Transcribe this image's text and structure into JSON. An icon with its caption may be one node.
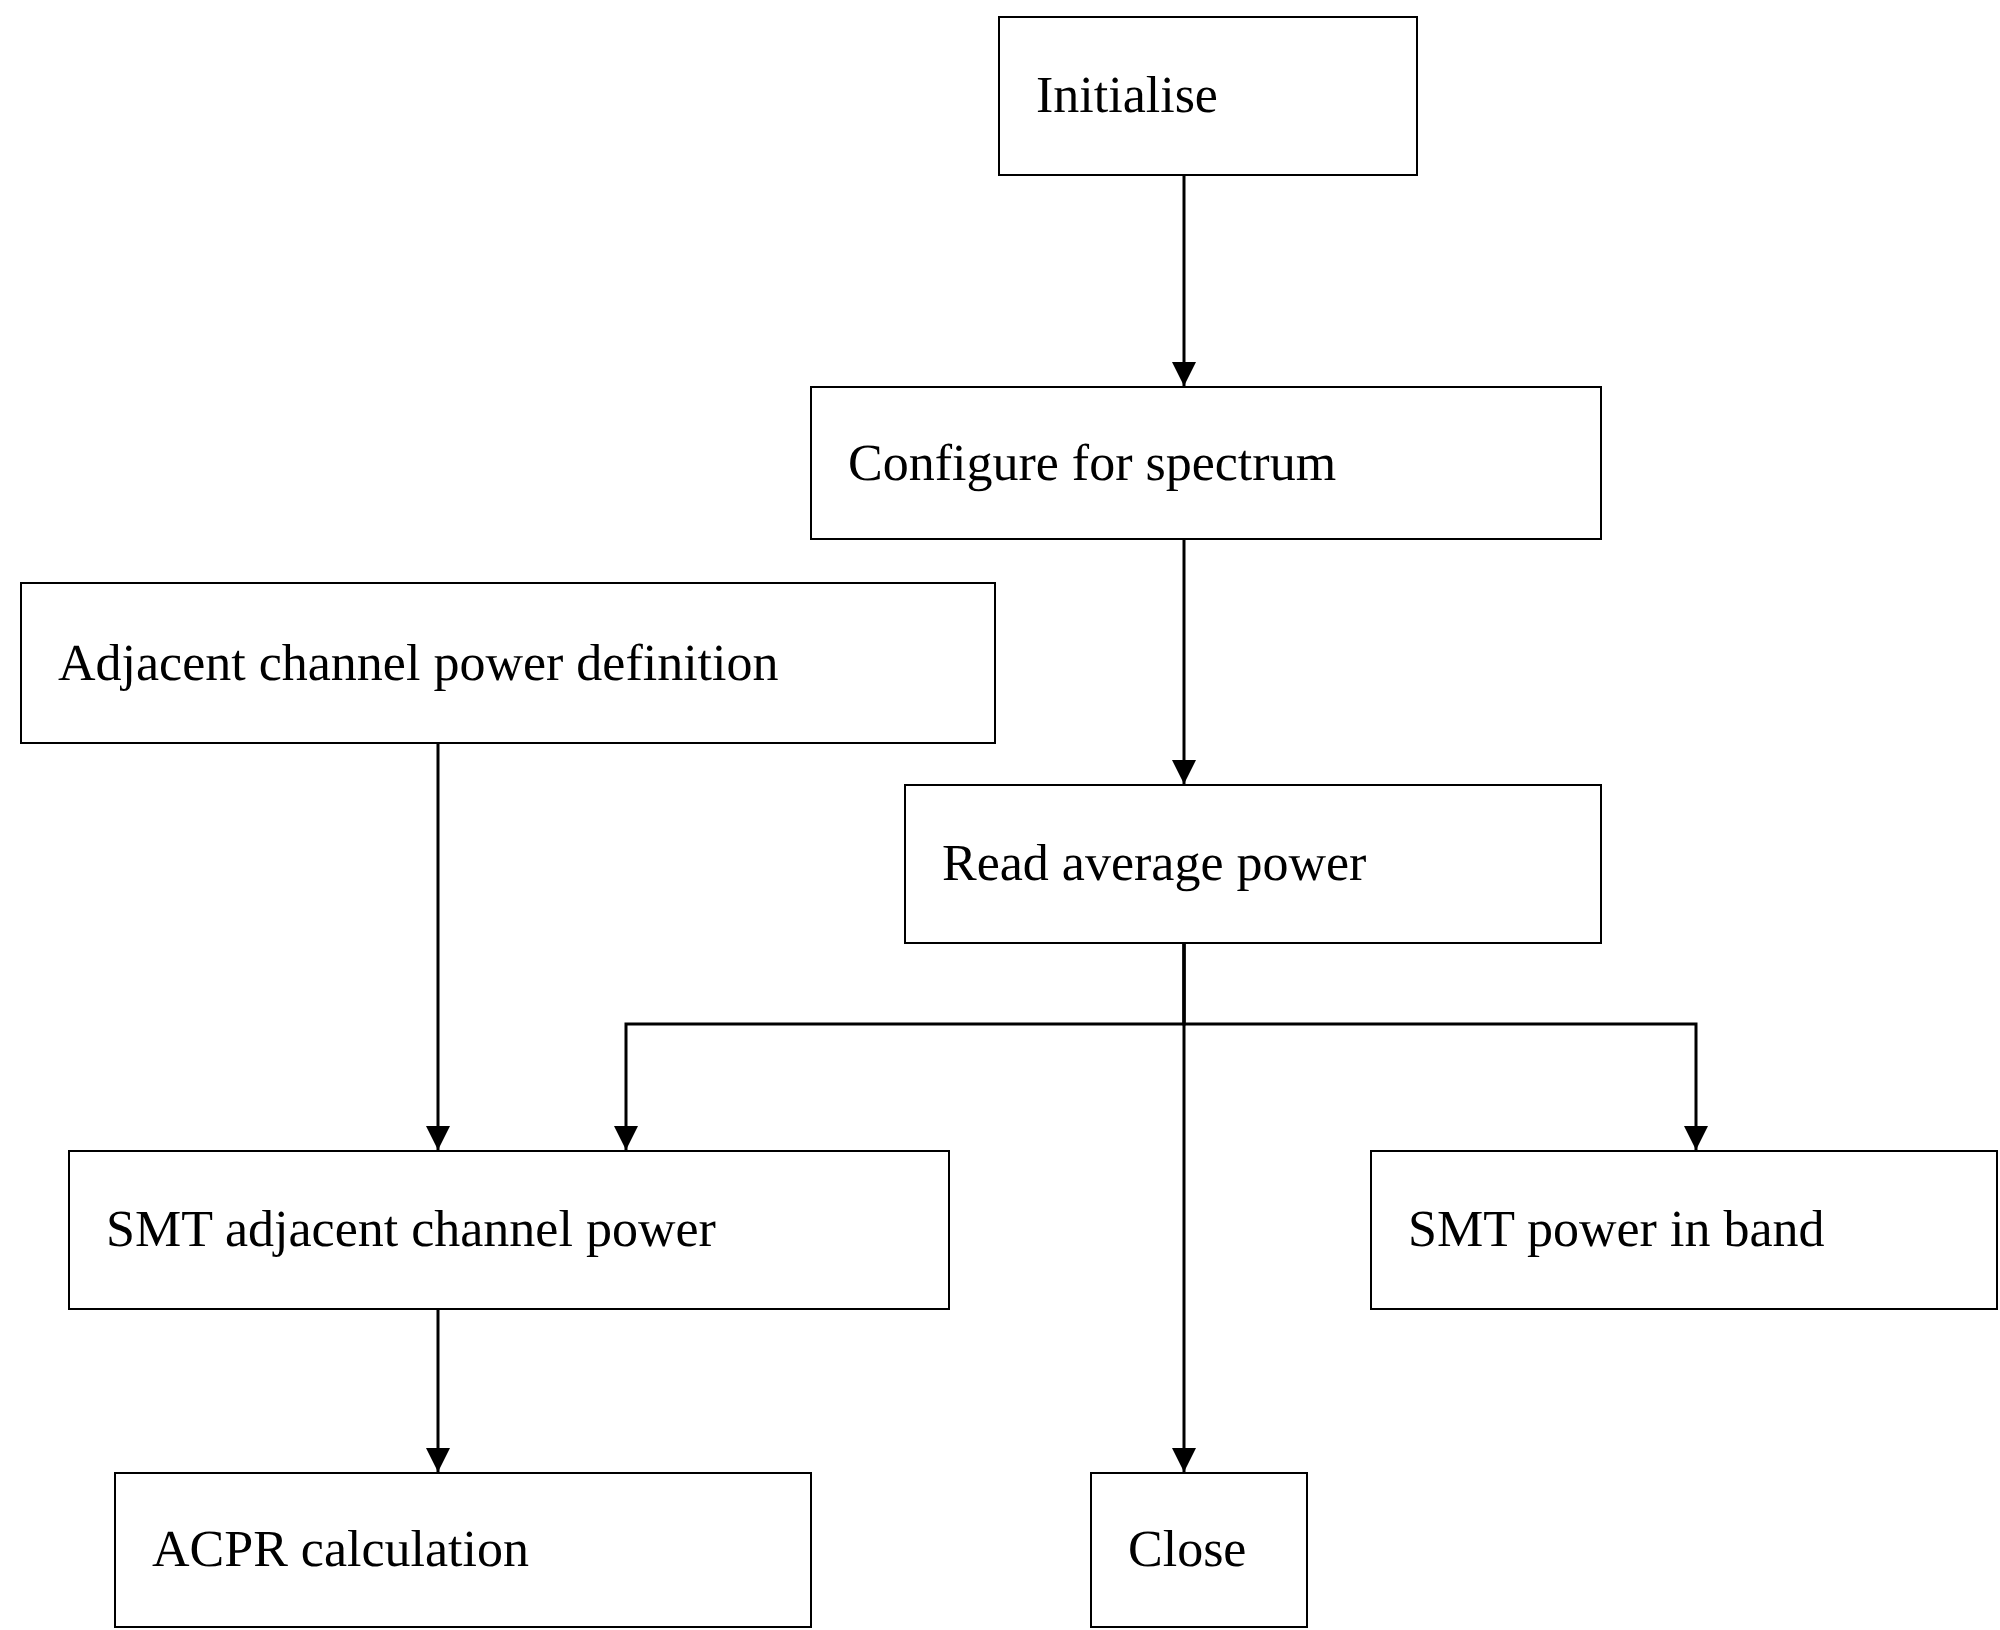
{
  "diagram": {
    "nodes": [
      {
        "text": [
          "Initialise"
        ]
      },
      {
        "text": [
          "Configure for spectrum"
        ]
      },
      {
        "text": [
          "Adjacent channel power definition"
        ]
      },
      {
        "text": [
          "Read average power"
        ]
      },
      {
        "text": [
          "SMT adjacent channel power"
        ]
      },
      {
        "text": [
          "SMT power in band"
        ]
      },
      {
        "text": [
          "ACPR calculation"
        ]
      },
      {
        "text": [
          "Close"
        ]
      }
    ],
    "edges": [
      {
        "from": 0,
        "to": 1,
        "arrow": "to"
      },
      {
        "from": 1,
        "to": 3,
        "arrow": "to"
      },
      {
        "from": 2,
        "to": 4,
        "arrow": "to"
      },
      {
        "from": 3,
        "to": 4,
        "arrow": "to"
      },
      {
        "from": 3,
        "to": 7,
        "arrow": "to"
      },
      {
        "from": 3,
        "to": 5,
        "arrow": "to"
      },
      {
        "from": 4,
        "to": 6,
        "arrow": "to"
      }
    ]
  }
}
